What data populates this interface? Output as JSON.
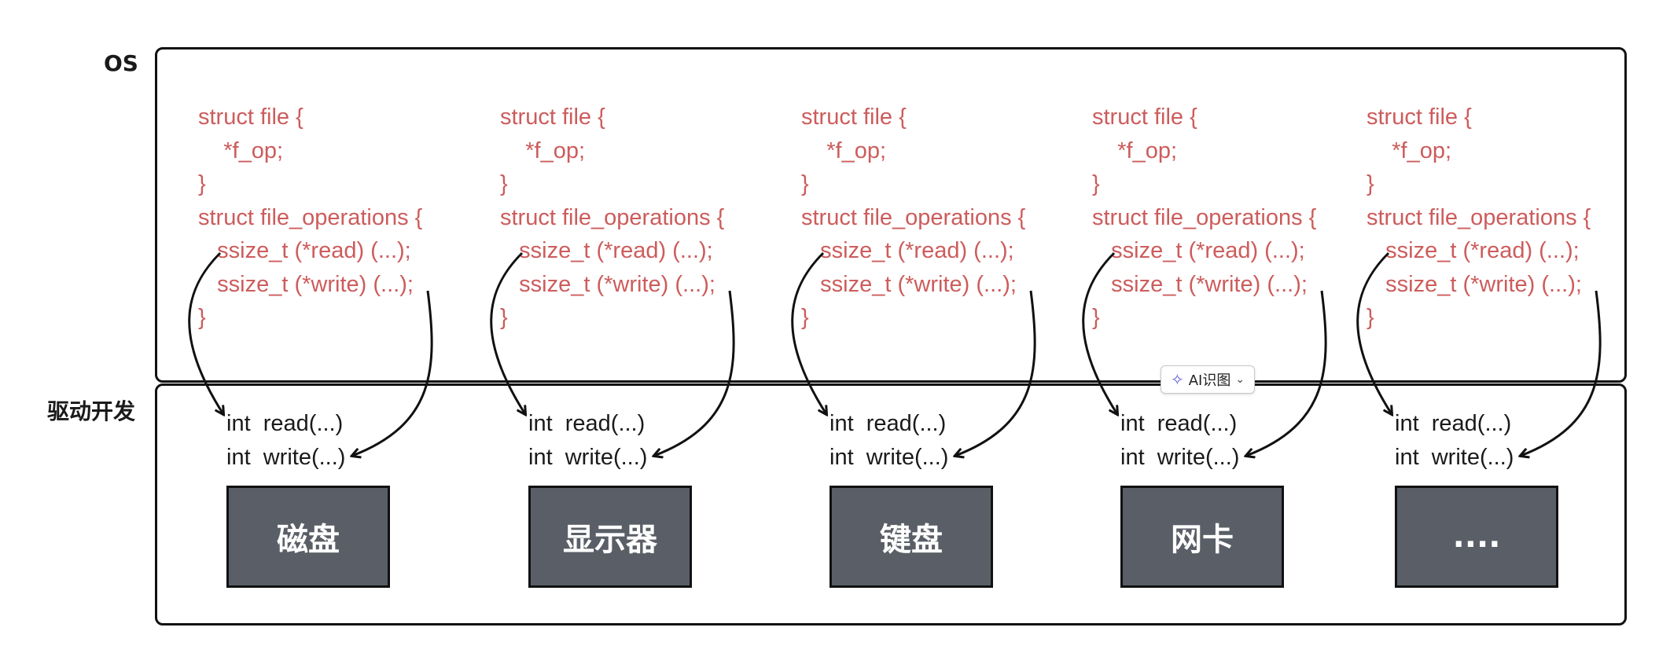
{
  "labels": {
    "os": "OS",
    "driver": "驱动开发"
  },
  "code_lines": [
    "struct file {",
    "    *f_op;",
    "}",
    "struct file_operations {",
    "   ssize_t (*read) (...);",
    "   ssize_t (*write) (...);",
    "}"
  ],
  "impl_lines": [
    "int  read(...)",
    "int  write(...)"
  ],
  "devices": [
    "磁盘",
    "显示器",
    "键盘",
    "网卡",
    "...."
  ],
  "ai_button": {
    "label": "AI识图",
    "icon": "sparkle-icon",
    "chevron": "chevron-down-icon"
  }
}
